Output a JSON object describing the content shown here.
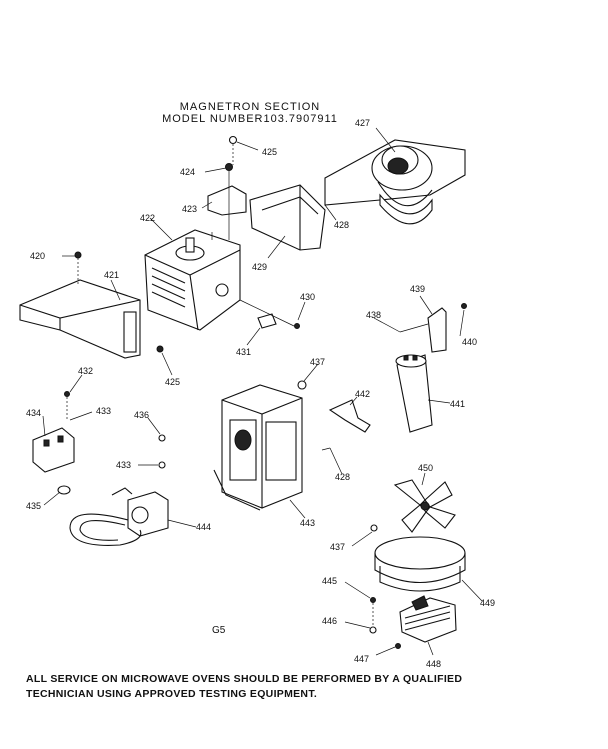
{
  "header": {
    "title": "MAGNETRON SECTION",
    "model_line": "MODEL NUMBER103.7907911"
  },
  "callouts": {
    "c420": "420",
    "c421": "421",
    "c422": "422",
    "c423": "423",
    "c424": "424",
    "c425a": "425",
    "c425b": "425",
    "c427": "427",
    "c428a": "428",
    "c428b": "428",
    "c429": "429",
    "c430": "430",
    "c431": "431",
    "c432": "432",
    "c433a": "433",
    "c433b": "433",
    "c434": "434",
    "c435": "435",
    "c436": "436",
    "c437a": "437",
    "c437b": "437",
    "c438": "438",
    "c439": "439",
    "c440": "440",
    "c441": "441",
    "c442": "442",
    "c443": "443",
    "c444": "444",
    "c445": "445",
    "c446": "446",
    "c447": "447",
    "c448": "448",
    "c449": "449",
    "c450": "450"
  },
  "page_code": "G5",
  "notice": {
    "line1": "ALL SERVICE ON MICROWAVE OVENS SHOULD BE PERFORMED BY A QUALIFIED",
    "line2": "TECHNICIAN USING APPROVED TESTING EQUIPMENT."
  }
}
